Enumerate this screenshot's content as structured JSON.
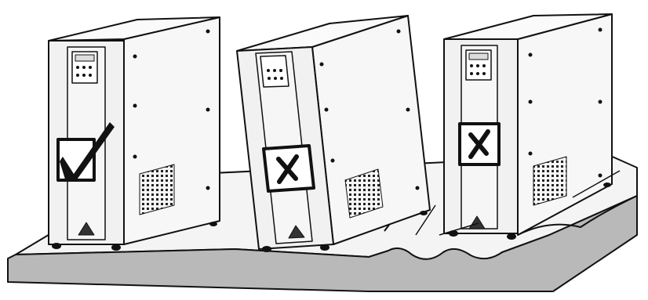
{
  "colors": {
    "outline": "#111111",
    "cabinet_front": "#f1f1f1",
    "cabinet_side": "#f7f7f7",
    "surface_top": "#f4f4f4",
    "surface_edge": "#b9b9b9",
    "display": "#ffffff",
    "vent": "#222222"
  },
  "units": [
    {
      "name": "ups-left",
      "mark": "check-mark",
      "status": "correct"
    },
    {
      "name": "ups-middle",
      "mark": "x-mark",
      "status": "incorrect"
    },
    {
      "name": "ups-right",
      "mark": "x-mark",
      "status": "incorrect"
    }
  ]
}
